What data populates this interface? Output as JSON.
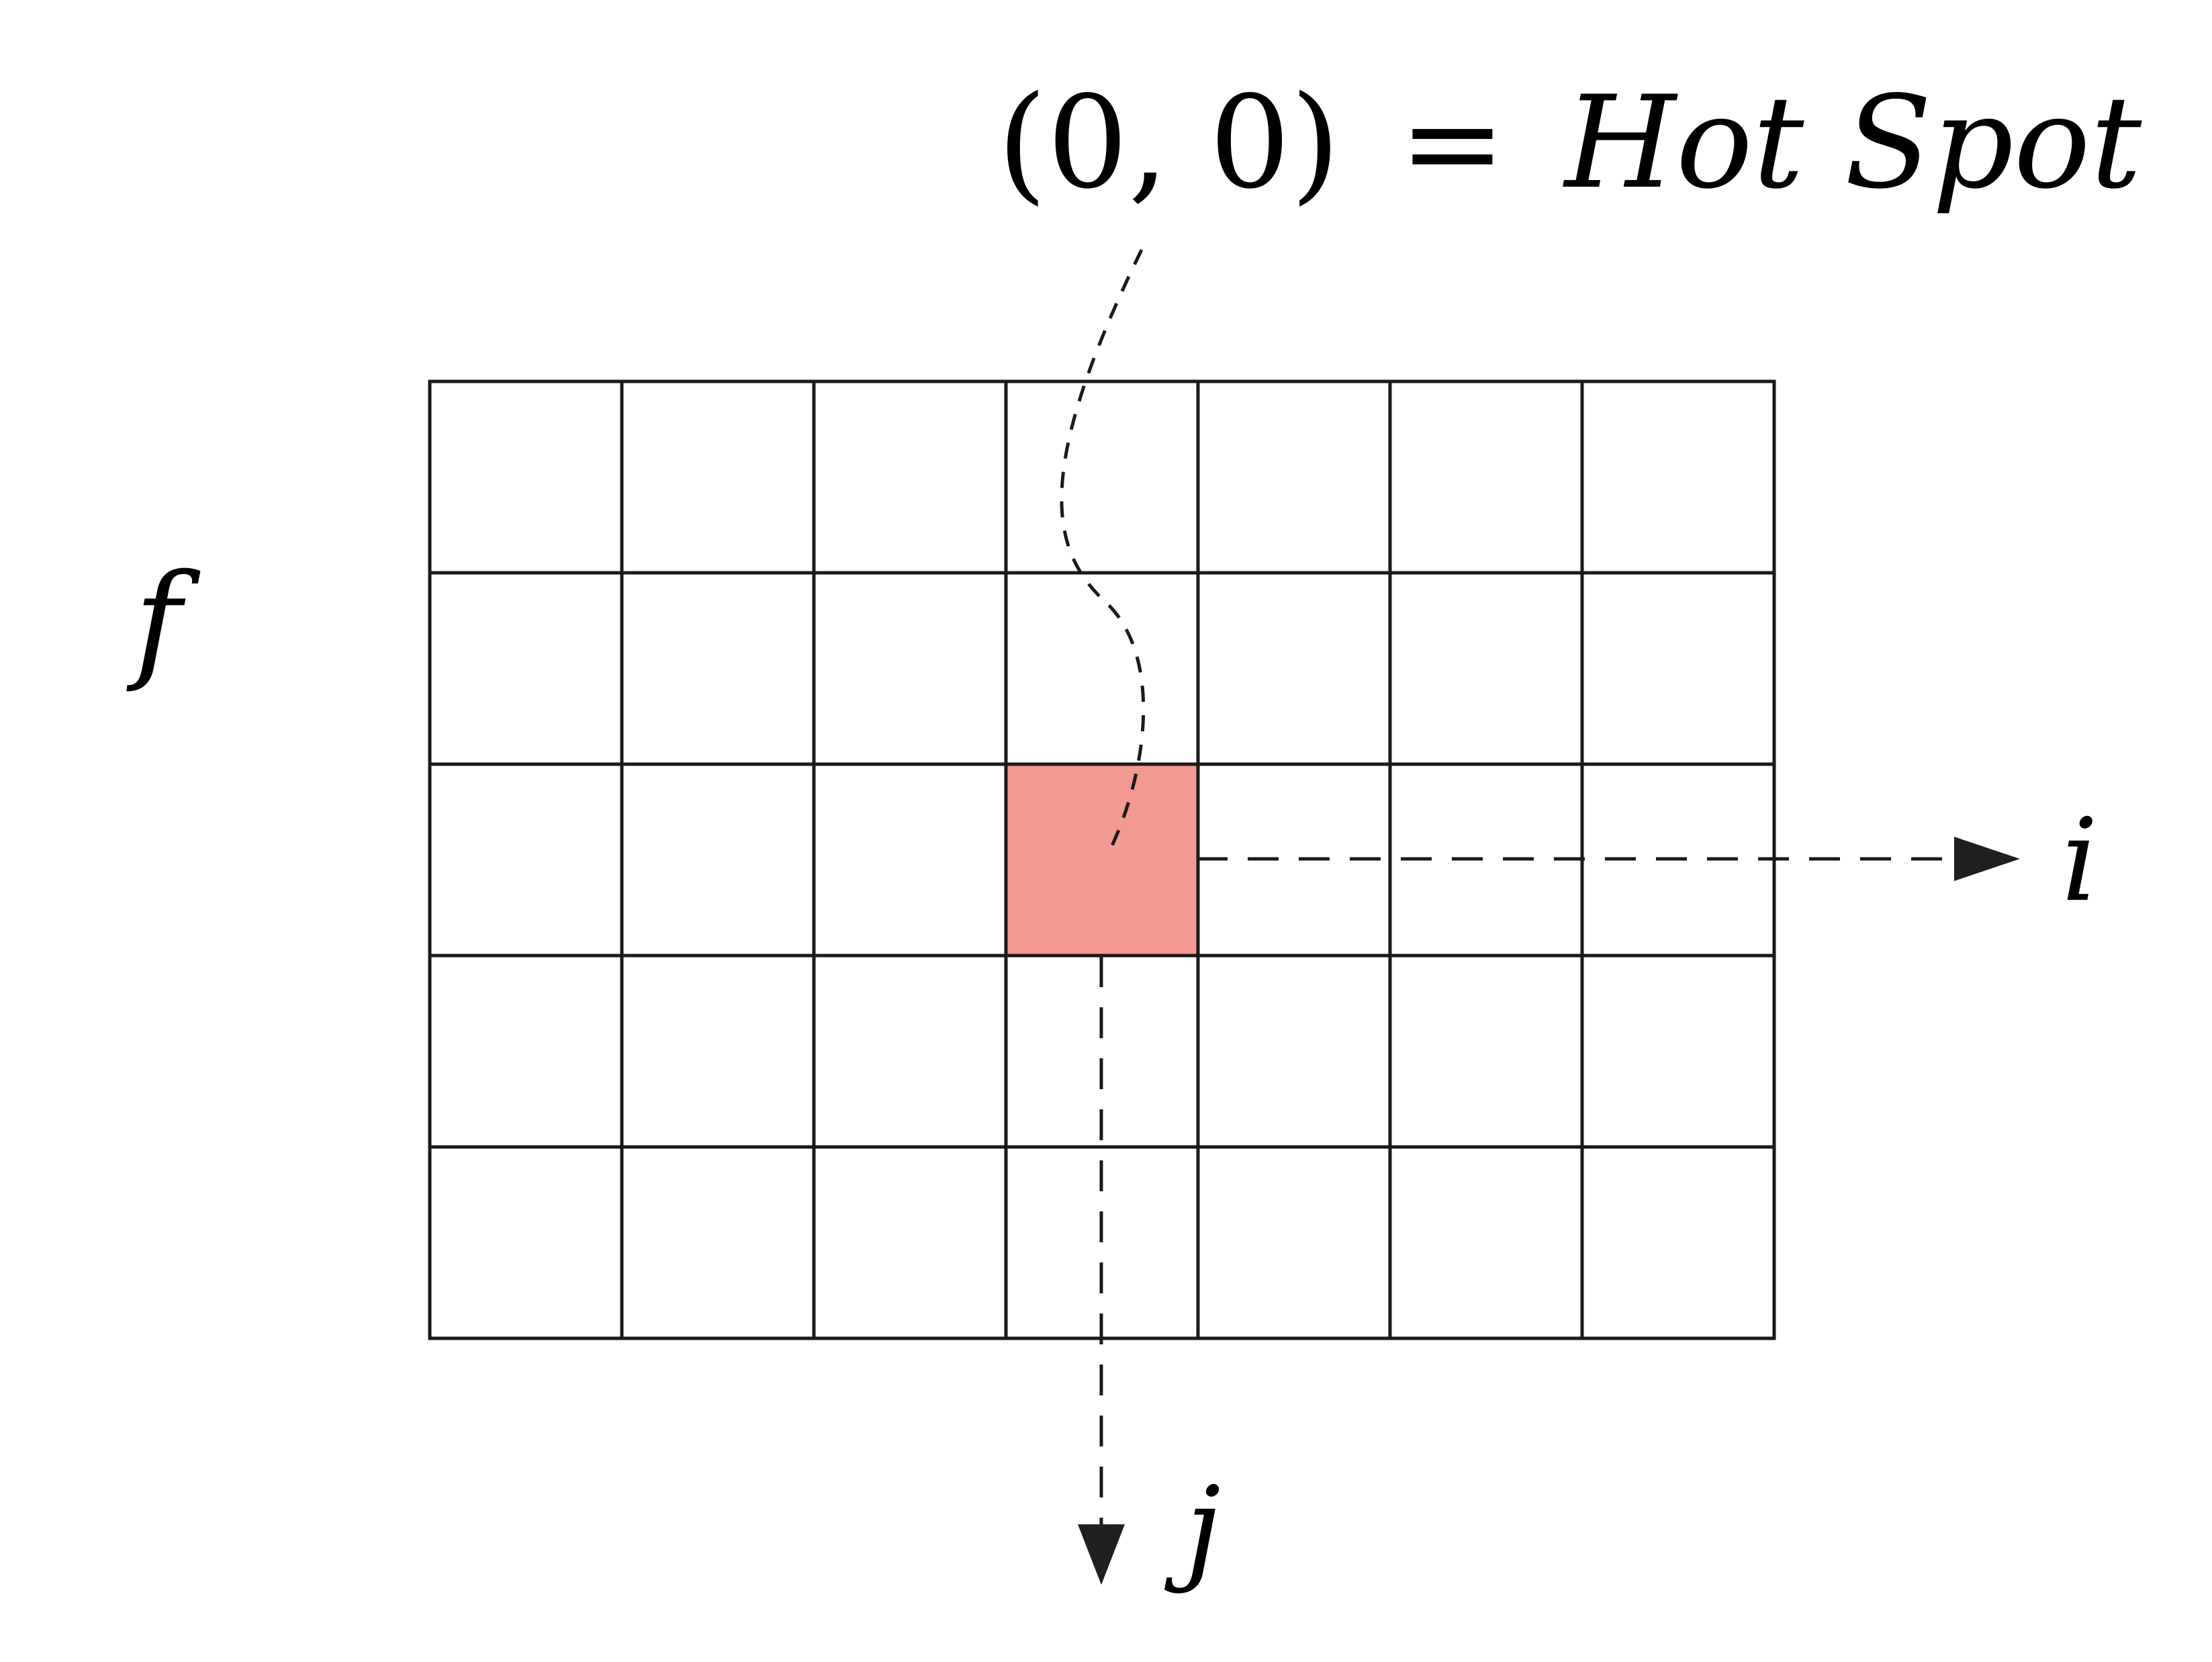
{
  "title": {
    "coordinate": "(0, 0)",
    "equals": "=",
    "label": "Hot Spot"
  },
  "function_label": "f",
  "axes": {
    "horizontal": "i",
    "vertical": "j"
  },
  "grid": {
    "columns": 7,
    "rows": 5,
    "hot_spot_cell": {
      "column": 3,
      "row": 2
    }
  },
  "colors": {
    "hot_spot_fill": "#F29A90",
    "line": "#1a1a1a",
    "arrow": "#1e201d",
    "background": "#ffffff"
  }
}
